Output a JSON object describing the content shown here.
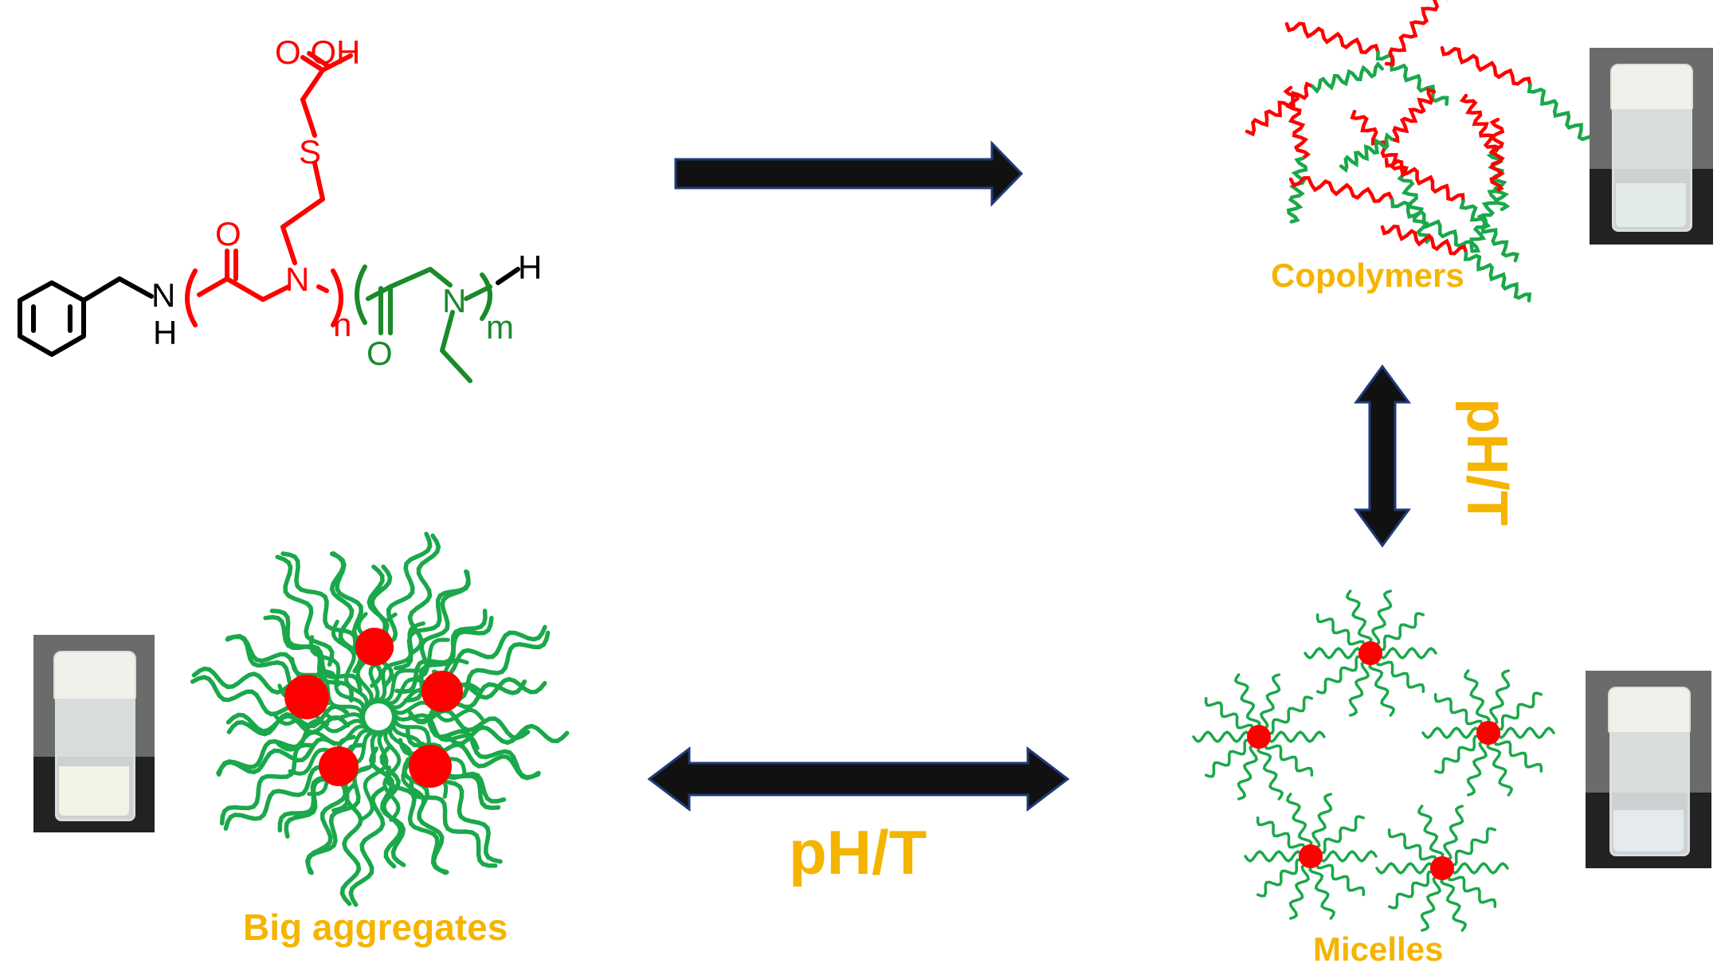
{
  "structure": {
    "acid_label": "O OH",
    "sulfur_label": "S",
    "amide_o_1": "O",
    "nh_label": "N",
    "h_label": "H",
    "n_label": "N",
    "sub_n": "n",
    "amide_o_2": "O",
    "n2_label": "N",
    "sub_m": "m",
    "end_h": "H"
  },
  "states": {
    "copolymers": "Copolymers",
    "micelles": "Micelles",
    "aggregates": "Big aggregates"
  },
  "transitions": {
    "vertical": "pH/T",
    "horizontal": "pH/T"
  },
  "colors": {
    "red_block": "#ff0000",
    "green_block": "#1aa84a",
    "arrow": "#111111",
    "arrow_outline": "#1f3a7a",
    "label": "#f5b400"
  },
  "vials": {
    "copolymers": "clear solution",
    "micelles": "clear solution",
    "aggregates": "turbid suspension"
  }
}
